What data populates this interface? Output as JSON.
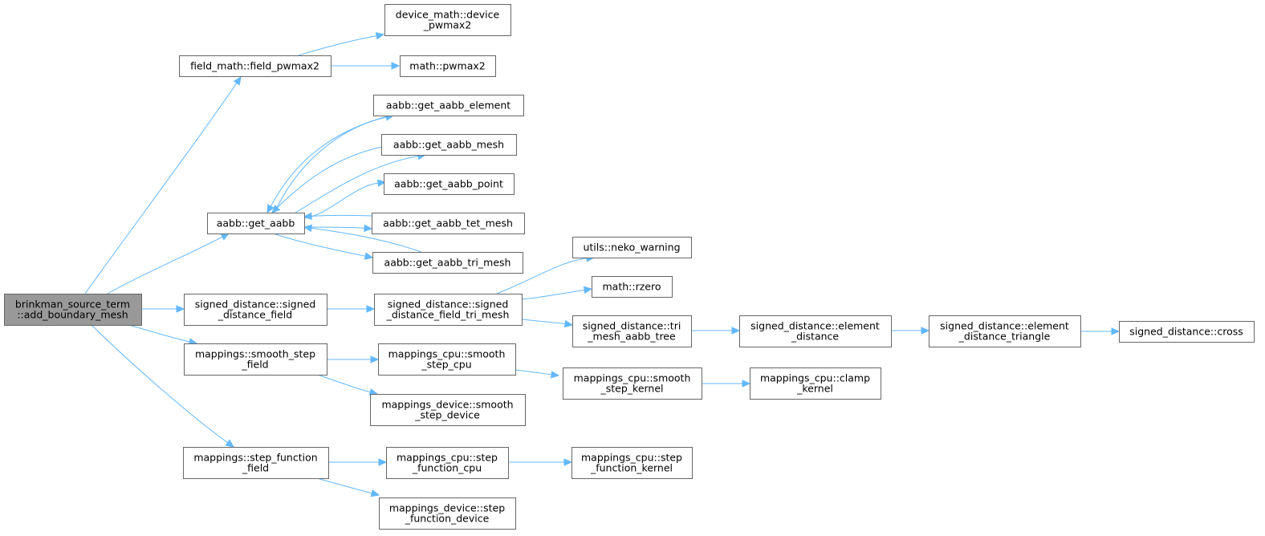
{
  "diagram": {
    "type": "call-graph",
    "colors": {
      "edge": "#63b8ff",
      "node_border": "#666666",
      "root_fill": "#999999",
      "node_fill": "#ffffff"
    },
    "nodes": [
      {
        "id": "root",
        "lines": [
          "brinkman_source_term",
          "::add_boundary_mesh"
        ],
        "root": true
      },
      {
        "id": "field_pwmax2",
        "lines": [
          "field_math::field_pwmax2"
        ]
      },
      {
        "id": "device_pwmax2",
        "lines": [
          "device_math::device",
          "_pwmax2"
        ]
      },
      {
        "id": "math_pwmax2",
        "lines": [
          "math::pwmax2"
        ]
      },
      {
        "id": "get_aabb",
        "lines": [
          "aabb::get_aabb"
        ]
      },
      {
        "id": "get_aabb_element",
        "lines": [
          "aabb::get_aabb_element"
        ]
      },
      {
        "id": "get_aabb_mesh",
        "lines": [
          "aabb::get_aabb_mesh"
        ]
      },
      {
        "id": "get_aabb_point",
        "lines": [
          "aabb::get_aabb_point"
        ]
      },
      {
        "id": "get_aabb_tet_mesh",
        "lines": [
          "aabb::get_aabb_tet_mesh"
        ]
      },
      {
        "id": "get_aabb_tri_mesh",
        "lines": [
          "aabb::get_aabb_tri_mesh"
        ]
      },
      {
        "id": "signed_distance_field",
        "lines": [
          "signed_distance::signed",
          "_distance_field"
        ]
      },
      {
        "id": "sdf_tri_mesh",
        "lines": [
          "signed_distance::signed",
          "_distance_field_tri_mesh"
        ]
      },
      {
        "id": "neko_warning",
        "lines": [
          "utils::neko_warning"
        ]
      },
      {
        "id": "rzero",
        "lines": [
          "math::rzero"
        ]
      },
      {
        "id": "tri_mesh_aabb_tree",
        "lines": [
          "signed_distance::tri",
          "_mesh_aabb_tree"
        ]
      },
      {
        "id": "element_distance",
        "lines": [
          "signed_distance::element",
          "_distance"
        ]
      },
      {
        "id": "element_distance_triangle",
        "lines": [
          "signed_distance::element",
          "_distance_triangle"
        ]
      },
      {
        "id": "cross",
        "lines": [
          "signed_distance::cross"
        ]
      },
      {
        "id": "smooth_step_field",
        "lines": [
          "mappings::smooth_step",
          "_field"
        ]
      },
      {
        "id": "smooth_step_cpu",
        "lines": [
          "mappings_cpu::smooth",
          "_step_cpu"
        ]
      },
      {
        "id": "smooth_step_device",
        "lines": [
          "mappings_device::smooth",
          "_step_device"
        ]
      },
      {
        "id": "smooth_step_kernel",
        "lines": [
          "mappings_cpu::smooth",
          "_step_kernel"
        ]
      },
      {
        "id": "clamp_kernel",
        "lines": [
          "mappings_cpu::clamp",
          "_kernel"
        ]
      },
      {
        "id": "step_function_field",
        "lines": [
          "mappings::step_function",
          "_field"
        ]
      },
      {
        "id": "step_function_cpu",
        "lines": [
          "mappings_cpu::step",
          "_function_cpu"
        ]
      },
      {
        "id": "step_function_device",
        "lines": [
          "mappings_device::step",
          "_function_device"
        ]
      },
      {
        "id": "step_function_kernel",
        "lines": [
          "mappings_cpu::step",
          "_function_kernel"
        ]
      }
    ],
    "edges": [
      {
        "from": "root",
        "to": "field_pwmax2"
      },
      {
        "from": "root",
        "to": "get_aabb"
      },
      {
        "from": "root",
        "to": "signed_distance_field"
      },
      {
        "from": "root",
        "to": "smooth_step_field"
      },
      {
        "from": "root",
        "to": "step_function_field"
      },
      {
        "from": "field_pwmax2",
        "to": "device_pwmax2"
      },
      {
        "from": "field_pwmax2",
        "to": "math_pwmax2"
      },
      {
        "from": "get_aabb",
        "to": "get_aabb_element"
      },
      {
        "from": "get_aabb",
        "to": "get_aabb_mesh"
      },
      {
        "from": "get_aabb",
        "to": "get_aabb_point"
      },
      {
        "from": "get_aabb",
        "to": "get_aabb_tet_mesh"
      },
      {
        "from": "get_aabb",
        "to": "get_aabb_tri_mesh"
      },
      {
        "from": "get_aabb_element",
        "to": "get_aabb"
      },
      {
        "from": "get_aabb_mesh",
        "to": "get_aabb"
      },
      {
        "from": "get_aabb_tet_mesh",
        "to": "get_aabb"
      },
      {
        "from": "get_aabb_tri_mesh",
        "to": "get_aabb"
      },
      {
        "from": "signed_distance_field",
        "to": "sdf_tri_mesh"
      },
      {
        "from": "sdf_tri_mesh",
        "to": "neko_warning"
      },
      {
        "from": "sdf_tri_mesh",
        "to": "rzero"
      },
      {
        "from": "sdf_tri_mesh",
        "to": "tri_mesh_aabb_tree"
      },
      {
        "from": "tri_mesh_aabb_tree",
        "to": "element_distance"
      },
      {
        "from": "element_distance",
        "to": "element_distance_triangle"
      },
      {
        "from": "element_distance_triangle",
        "to": "cross"
      },
      {
        "from": "smooth_step_field",
        "to": "smooth_step_cpu"
      },
      {
        "from": "smooth_step_field",
        "to": "smooth_step_device"
      },
      {
        "from": "smooth_step_cpu",
        "to": "smooth_step_kernel"
      },
      {
        "from": "smooth_step_kernel",
        "to": "clamp_kernel"
      },
      {
        "from": "step_function_field",
        "to": "step_function_cpu"
      },
      {
        "from": "step_function_field",
        "to": "step_function_device"
      },
      {
        "from": "step_function_cpu",
        "to": "step_function_kernel"
      }
    ]
  }
}
